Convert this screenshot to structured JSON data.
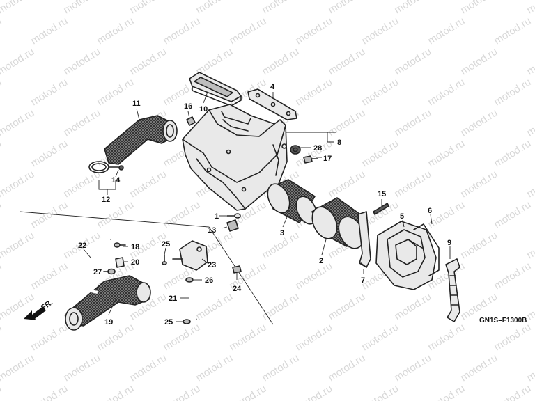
{
  "watermark": "motod.ru",
  "diagram_code": "GN1S–F1300B",
  "front_label": "FR.",
  "callouts": [
    {
      "id": "c1",
      "label": "1"
    },
    {
      "id": "c2",
      "label": "2"
    },
    {
      "id": "c3",
      "label": "3"
    },
    {
      "id": "c4",
      "label": "4"
    },
    {
      "id": "c5",
      "label": "5"
    },
    {
      "id": "c6",
      "label": "6"
    },
    {
      "id": "c7",
      "label": "7"
    },
    {
      "id": "c8",
      "label": "8"
    },
    {
      "id": "c9",
      "label": "9"
    },
    {
      "id": "c10",
      "label": "10"
    },
    {
      "id": "c11",
      "label": "11"
    },
    {
      "id": "c12",
      "label": "12"
    },
    {
      "id": "c13",
      "label": "13"
    },
    {
      "id": "c14",
      "label": "14"
    },
    {
      "id": "c15",
      "label": "15"
    },
    {
      "id": "c16",
      "label": "16"
    },
    {
      "id": "c17",
      "label": "17"
    },
    {
      "id": "c18",
      "label": "18"
    },
    {
      "id": "c19",
      "label": "19"
    },
    {
      "id": "c20",
      "label": "20"
    },
    {
      "id": "c21",
      "label": "21"
    },
    {
      "id": "c22",
      "label": "22"
    },
    {
      "id": "c23",
      "label": "23"
    },
    {
      "id": "c24",
      "label": "24"
    },
    {
      "id": "c25a",
      "label": "25"
    },
    {
      "id": "c25b",
      "label": "25"
    },
    {
      "id": "c26",
      "label": "26"
    },
    {
      "id": "c27",
      "label": "27"
    },
    {
      "id": "c28",
      "label": "28"
    }
  ]
}
